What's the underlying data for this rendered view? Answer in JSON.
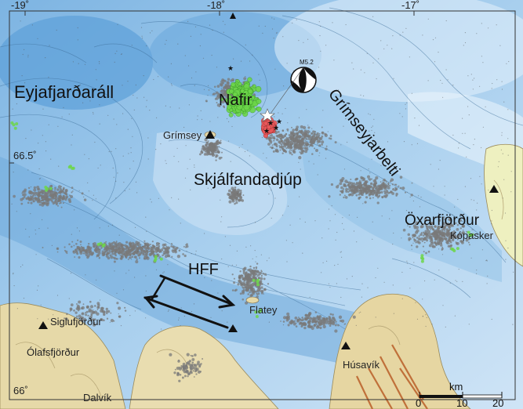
{
  "axes": {
    "longitude_ticks": [
      "-19˚",
      "-18˚",
      "-17˚"
    ],
    "latitude_ticks": [
      "66.5˚",
      "66˚"
    ]
  },
  "region_labels": {
    "eyjafjardaral": "Eyjafjarðaráll",
    "nafir": "Nafir",
    "grimseyjarbelti": "Grímseyjarbelti",
    "skjalfandadjup": "Skjálfandadjúp",
    "oxarfjordur": "Öxarfjörður",
    "hff": "HFF"
  },
  "towns": {
    "grimsey": "Grímsey",
    "kopasker": "Kópasker",
    "flatey": "Flatey",
    "siglufjordur": "Siglufjörður",
    "olafsfjordur": "Ólafsfjörður",
    "dalvik": "Dalvík",
    "husavik": "Húsavík"
  },
  "focal_mechanism": {
    "label": "M5.2"
  },
  "scale_bar": {
    "unit": "km",
    "ticks": [
      "0",
      "10",
      "20"
    ]
  },
  "colors": {
    "sea_deep": "#5b9fd6",
    "sea_mid": "#9cc6ea",
    "sea_light": "#d8ebf8",
    "land": "#e8dcae",
    "land_low": "#f3f1c4",
    "seismicity": "#7a7a7a",
    "swarm_green": "#6dd64a",
    "swarm_red": "#e8585a",
    "fault_line": "#c0703a"
  }
}
